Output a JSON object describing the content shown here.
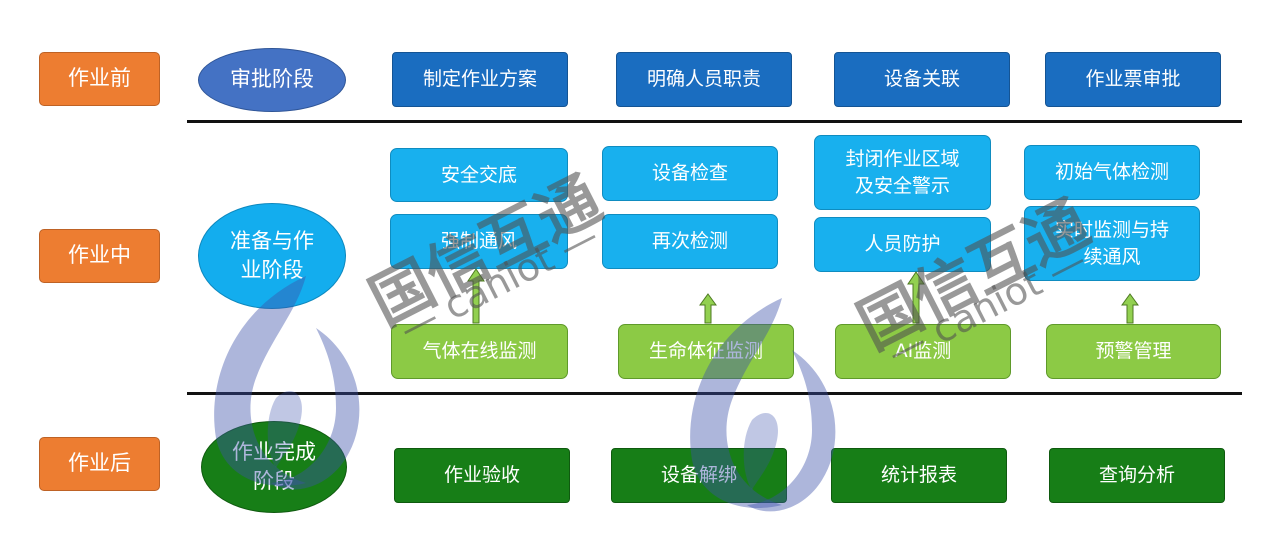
{
  "phases": {
    "before": "作业前",
    "during": "作业中",
    "after": "作业后"
  },
  "stages": {
    "approval": "审批阶段",
    "prep": [
      "准备与作",
      "业阶段"
    ],
    "complete": [
      "作业完成",
      "阶段"
    ]
  },
  "row_before": [
    "制定作业方案",
    "明确人员职责",
    "设备关联",
    "作业票审批"
  ],
  "row_during_top": {
    "col1": [
      "安全交底",
      "强制通风"
    ],
    "col2": [
      "设备检查",
      "再次检测"
    ],
    "col3": {
      "area": [
        "封闭作业区域",
        "及安全警示"
      ],
      "ppe": "人员防护"
    },
    "col4": {
      "initial": "初始气体检测",
      "realtime": [
        "实时监测与持",
        "续通风"
      ]
    }
  },
  "row_monitoring": [
    "气体在线监测",
    "生命体征监测",
    "AI监测",
    "预警管理"
  ],
  "row_after": [
    "作业验收",
    "设备解绑",
    "统计报表",
    "查询分析"
  ],
  "watermark": {
    "brand": "国信互通",
    "domain": "— caniot —"
  },
  "colors": {
    "phase_orange": "#ED7D31",
    "approval_blue": "#4472C4",
    "box_blue": "#1A6DC0",
    "box_sky": "#18B0EE",
    "box_lime": "#8CCA45",
    "box_green": "#177E17"
  }
}
